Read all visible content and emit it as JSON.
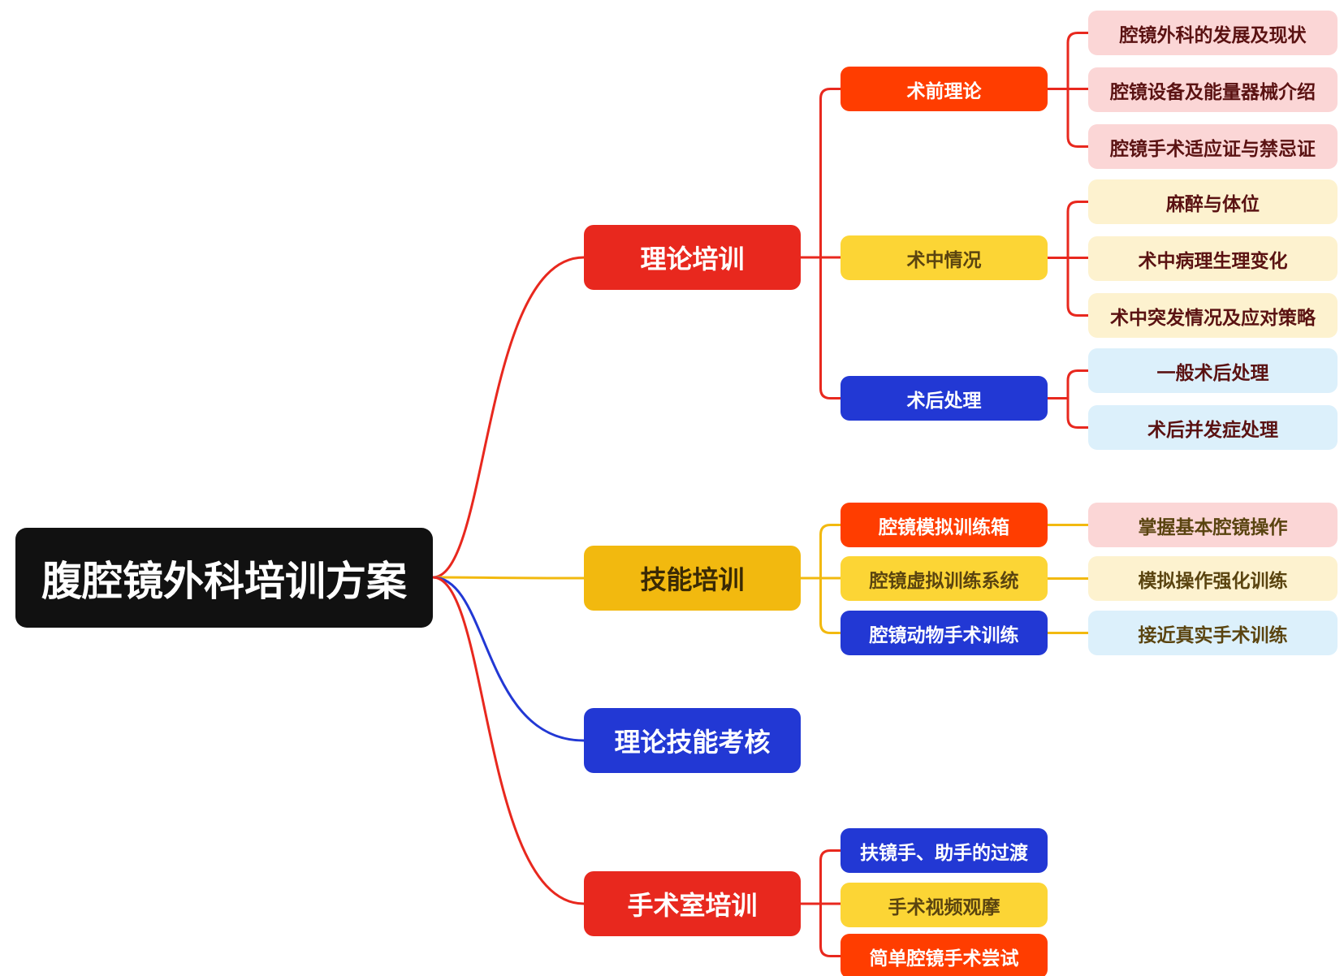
{
  "root": {
    "label": "腹腔镜外科培训方案"
  },
  "colors": {
    "red": "#e8281e",
    "orange": "#ff3d00",
    "yellow": "#f2b90f",
    "yellow2": "#fcd535",
    "blue": "#2238d4",
    "pink": "#fbd6d6",
    "cream": "#fdf2cf",
    "lightblue": "#dcf0fb",
    "darkred": "#5a1212",
    "brown": "#5a4410"
  },
  "branches": [
    {
      "label": "理论培训",
      "children": [
        {
          "label": "术前理论",
          "children": [
            {
              "label": "腔镜外科的发展及现状"
            },
            {
              "label": "腔镜设备及能量器械介绍"
            },
            {
              "label": "腔镜手术适应证与禁忌证"
            }
          ]
        },
        {
          "label": "术中情况",
          "children": [
            {
              "label": "麻醉与体位"
            },
            {
              "label": "术中病理生理变化"
            },
            {
              "label": "术中突发情况及应对策略"
            }
          ]
        },
        {
          "label": "术后处理",
          "children": [
            {
              "label": "一般术后处理"
            },
            {
              "label": "术后并发症处理"
            }
          ]
        }
      ]
    },
    {
      "label": "技能培训",
      "children": [
        {
          "label": "腔镜模拟训练箱",
          "children": [
            {
              "label": "掌握基本腔镜操作"
            }
          ]
        },
        {
          "label": "腔镜虚拟训练系统",
          "children": [
            {
              "label": "模拟操作强化训练"
            }
          ]
        },
        {
          "label": "腔镜动物手术训练",
          "children": [
            {
              "label": "接近真实手术训练"
            }
          ]
        }
      ]
    },
    {
      "label": "理论技能考核",
      "children": []
    },
    {
      "label": "手术室培训",
      "children": [
        {
          "label": "扶镜手、助手的过渡"
        },
        {
          "label": "手术视频观摩"
        },
        {
          "label": "简单腔镜手术尝试"
        }
      ]
    }
  ]
}
